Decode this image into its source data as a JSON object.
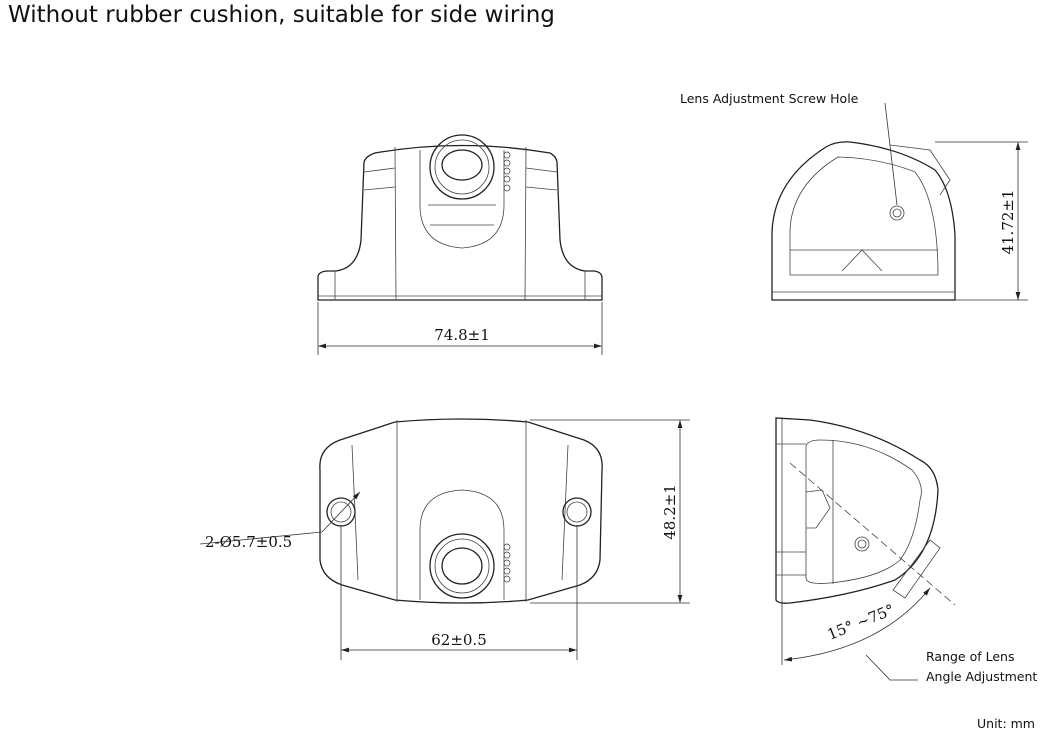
{
  "title": "Without rubber cushion, suitable for side wiring",
  "labels": {
    "screw_hole": "Lens Adjustment Screw Hole",
    "range_line1": "Range of Lens",
    "range_line2": "Angle Adjustment",
    "unit": "Unit: mm"
  },
  "dimensions": {
    "front_width": "74.8±1",
    "side_height": "41.72±1",
    "top_height": "48.2±1",
    "hole_spacing": "62±0.5",
    "hole_diameter": "2-Ø5.7±0.5",
    "angle_range": "15° ~75°"
  }
}
